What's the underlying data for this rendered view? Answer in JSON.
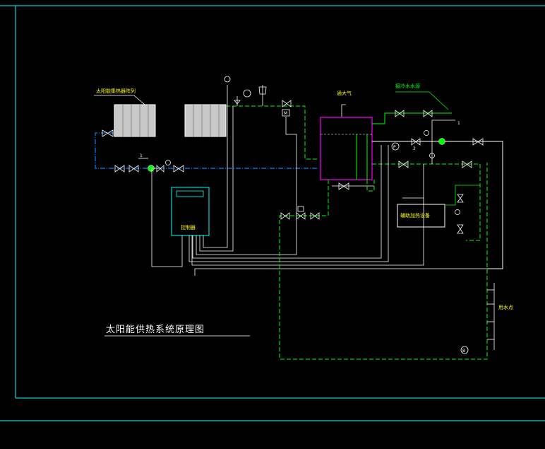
{
  "title": "太阳能供热系统原理图",
  "labels": {
    "collector_array": "太阳能集热器阵列",
    "exhaust": "通大气",
    "cold_water": "接冷水水源",
    "controller": "控制器",
    "aux_heater": "辅助加热设备",
    "hot_water_users": "用水点"
  },
  "markers": {
    "pump": "P",
    "meter": "M",
    "pump2": "B",
    "num1": "1",
    "num2": "2"
  },
  "colors": {
    "background": "#000000",
    "frame": "#00ffff",
    "hot_pipe": "#00ff00",
    "cold_pipe": "#0080ff",
    "tank": "#ff00ff",
    "wire": "#ffffff",
    "valve": "#ffffff",
    "label_yellow": "#ffff00",
    "label_green": "#00ff00"
  }
}
